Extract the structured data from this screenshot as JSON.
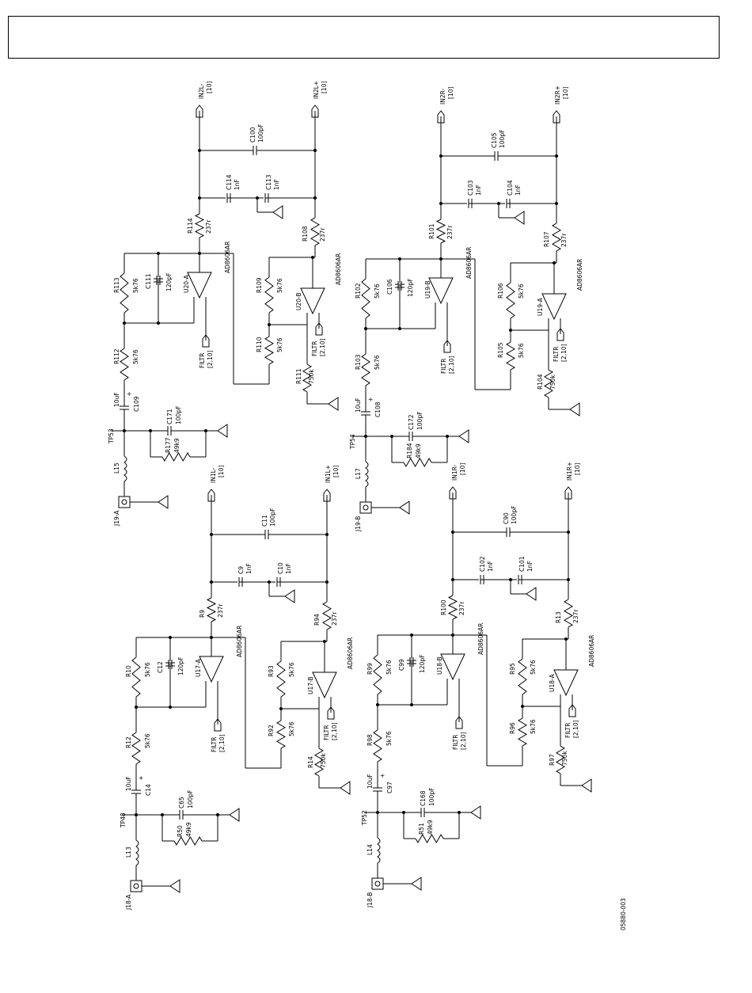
{
  "figure_id": "05880-003",
  "note": "Circuit text is rotated 90 degrees in the original sheet; labels are reproduced as printed.",
  "blocks": [
    {
      "name": "upper-left",
      "connector": "J19-A",
      "testpoint": "TP53",
      "inductor": "L15",
      "c_in": "C109",
      "c_in_val": "10uF",
      "c_f": "C171",
      "c_f_val": "100pF",
      "r_term": "R177",
      "r_term_val": "49k9",
      "r_in": "R112",
      "r_in_val": "5k76",
      "opa": "U20-A",
      "opb": "U20-B",
      "part": "AD8606AR",
      "ra_fb": "R113",
      "ra_fb_val": "5k76",
      "ca_fb": "C111",
      "ca_fb_val": "120pF",
      "rb_fb": "R109",
      "rb_fb_val": "5k76",
      "rb_in": "R110",
      "rb_in_val": "5k76",
      "r_bias": "R111",
      "r_bias_val": "750k",
      "r_outa": "R114",
      "r_outa_val": "237r",
      "r_outb": "R108",
      "r_outb_val": "237r",
      "c_sa": "C114",
      "c_sa_val": "1nF",
      "c_sb": "C113",
      "c_sb_val": "1nF",
      "c_diff": "C100",
      "c_diff_val": "100pF",
      "out_neg": "IN2L-",
      "out_pos": "IN2L+",
      "out_ref": "[10]",
      "filtr": "FILTR",
      "filtr_ref": "[2,10]"
    },
    {
      "name": "upper-right",
      "connector": "J19-B",
      "testpoint": "TP54",
      "inductor": "L17",
      "c_in": "C108",
      "c_in_val": "10uF",
      "c_f": "C172",
      "c_f_val": "100pF",
      "r_term": "R184",
      "r_term_val": "49k9",
      "r_in": "R103",
      "r_in_val": "5k76",
      "opa": "U19-B",
      "opb": "U19-A",
      "part": "AD8606AR",
      "ra_fb": "R102",
      "ra_fb_val": "5k76",
      "ca_fb": "C106",
      "ca_fb_val": "120pF",
      "rb_fb": "R106",
      "rb_fb_val": "5k76",
      "rb_in": "R105",
      "rb_in_val": "5k76",
      "r_bias": "R104",
      "r_bias_val": "750k",
      "r_outa": "R101",
      "r_outa_val": "237r",
      "r_outb": "R107",
      "r_outb_val": "237r",
      "c_sa": "C103",
      "c_sa_val": "1nF",
      "c_sb": "C104",
      "c_sb_val": "1nF",
      "c_diff": "C105",
      "c_diff_val": "100pF",
      "out_neg": "IN2R-",
      "out_pos": "IN2R+",
      "out_ref": "[10]",
      "filtr": "FILTR",
      "filtr_ref": "[2,10]"
    },
    {
      "name": "lower-left",
      "connector": "J18-A",
      "testpoint": "TP48",
      "inductor": "L13",
      "c_in": "C14",
      "c_in_val": "10uF",
      "c_f": "C65",
      "c_f_val": "100pF",
      "r_term": "R50",
      "r_term_val": "49k9",
      "r_in": "R12",
      "r_in_val": "5k76",
      "opa": "U17-A",
      "opb": "U17-B",
      "part": "AD8606AR",
      "ra_fb": "R10",
      "ra_fb_val": "5k76",
      "ca_fb": "C12",
      "ca_fb_val": "120pF",
      "rb_fb": "R93",
      "rb_fb_val": "5k76",
      "rb_in": "R92",
      "rb_in_val": "5k76",
      "r_bias": "R14",
      "r_bias_val": "750k",
      "r_outa": "R9",
      "r_outa_val": "237r",
      "r_outb": "R94",
      "r_outb_val": "237r",
      "c_sa": "C9",
      "c_sa_val": "1nF",
      "c_sb": "C10",
      "c_sb_val": "1nF",
      "c_diff": "C11",
      "c_diff_val": "100pF",
      "out_neg": "IN1L-",
      "out_pos": "IN1L+",
      "out_ref": "[10]",
      "filtr": "FILTR",
      "filtr_ref": "[2,10]"
    },
    {
      "name": "lower-right",
      "connector": "J18-B",
      "testpoint": "TP52",
      "inductor": "L14",
      "c_in": "C97",
      "c_in_val": "10uF",
      "c_f": "C168",
      "c_f_val": "100pF",
      "r_term": "R51",
      "r_term_val": "49k9",
      "r_in": "R98",
      "r_in_val": "5k76",
      "opa": "U18-B",
      "opb": "U18-A",
      "part": "AD8606AR",
      "ra_fb": "R99",
      "ra_fb_val": "5k76",
      "ca_fb": "C99",
      "ca_fb_val": "120pF",
      "rb_fb": "R95",
      "rb_fb_val": "5k76",
      "rb_in": "R96",
      "rb_in_val": "5k76",
      "r_bias": "R97",
      "r_bias_val": "750k",
      "r_outa": "R100",
      "r_outa_val": "237r",
      "r_outb": "R13",
      "r_outb_val": "237r",
      "c_sa": "C102",
      "c_sa_val": "1nF",
      "c_sb": "C101",
      "c_sb_val": "1nF",
      "c_diff": "C90",
      "c_diff_val": "100pF",
      "out_neg": "IN1R-",
      "out_pos": "IN1R+",
      "out_ref": "[10]",
      "filtr": "FILTR",
      "filtr_ref": "[2,10]"
    }
  ]
}
